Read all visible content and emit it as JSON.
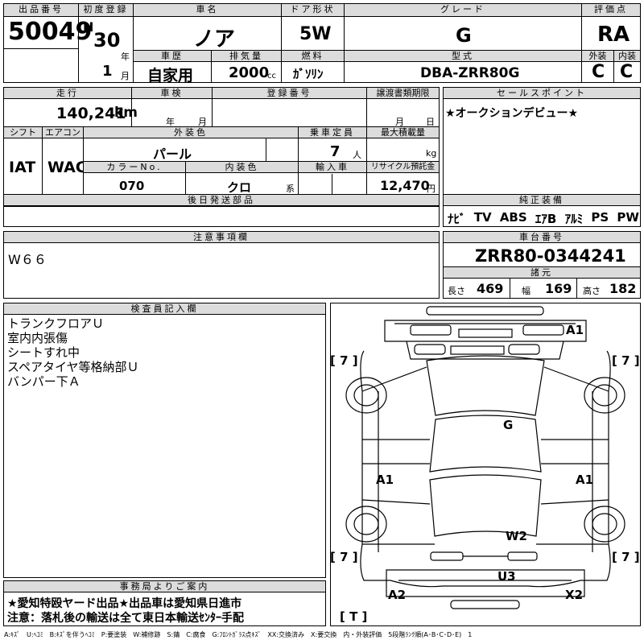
{
  "top": {
    "lot_label": "出品番号",
    "lot_number": "50049",
    "first_reg_label": "初度登録",
    "era": "H",
    "year": "30",
    "year_unit": "年",
    "month": "1",
    "month_unit": "月",
    "car_name_label": "車名",
    "car_name": "ノア",
    "door_label": "ドア形状",
    "door": "5W",
    "grade_label": "グレード",
    "grade": "G",
    "rating_label": "評価点",
    "rating": "RA",
    "history_label": "車歴",
    "history": "自家用",
    "displacement_label": "排気量",
    "displacement": "2000",
    "displacement_unit": "cc",
    "fuel_label": "燃料",
    "fuel": "ｶﾞｿﾘﾝ",
    "model_label": "型式",
    "model": "DBA-ZRR80G",
    "ext_label": "外装",
    "ext_grade": "C",
    "int_label": "内装",
    "int_grade": "C"
  },
  "mid": {
    "mileage_label": "走行",
    "mileage": "140,241",
    "mileage_unit": "km",
    "inspection_label": "車検",
    "insp_year": "年",
    "insp_month": "月",
    "reg_no_label": "登録番号",
    "transfer_label": "譲渡書類期限",
    "transfer_month": "月",
    "transfer_day": "日",
    "shift_label": "シフト",
    "shift": "IAT",
    "ac_label": "エアコン",
    "ac": "WAC",
    "color_label": "外装色",
    "color": "パール",
    "capacity_label": "乗車定員",
    "capacity": "7",
    "capacity_unit": "人",
    "load_label": "最大積載量",
    "load_unit": "kg",
    "color_no_label": "カラーNo.",
    "color_no": "070",
    "int_color_label": "内装色",
    "int_color": "クロ",
    "int_color_unit": "系",
    "import_label": "輸入車",
    "recycle_label": "リサイクル預託金",
    "recycle": "12,470",
    "recycle_unit": "円",
    "later_parts_label": "後日発送部品"
  },
  "sales": {
    "label": "セールスポイント",
    "text": "★オークションデビュー★"
  },
  "equipment": {
    "label": "純正装備",
    "items": [
      "ﾅﾋﾞ",
      "TV",
      "ABS",
      "ｴｱB",
      "ｱﾙﾐ",
      "PS",
      "PW"
    ]
  },
  "notes": {
    "label": "注意事項欄",
    "text": "W６６"
  },
  "chassis": {
    "label": "車台番号",
    "number": "ZRR80-0344241",
    "specs_label": "諸元",
    "length_label": "長さ",
    "length": "469",
    "width_label": "幅",
    "width": "169",
    "height_label": "高さ",
    "height": "182"
  },
  "inspector": {
    "label": "検査員記入欄",
    "lines": [
      "トランクフロアＵ",
      "室内内張傷",
      "シートすれ中",
      "スペアタイヤ等格納部Ｕ",
      "バンパー下Ａ"
    ]
  },
  "office": {
    "label": "事務局よりご案内",
    "line1": "★愛知特殴ヤード出品★出品車は愛知県日進市",
    "line2": "注意：落札後の輸送は全て東日本輸送ｾﾝﾀｰ手配"
  },
  "diagram_marks": {
    "tl": "[ 7 ]",
    "tr": "[ 7 ]",
    "bl": "[ 7 ]",
    "br": "[ 7 ]",
    "bottom": "[ T ]",
    "a1_top": "A1",
    "g": "G",
    "a1_left": "A1",
    "a1_right": "A1",
    "w2": "W2",
    "u3": "U3",
    "a2": "A2",
    "x2": "X2"
  },
  "legend": "A:ｷｽﾞ　U:ﾍｺﾐ　B:ｷｽﾞを伴うﾍｺﾐ　P:要塗装　W:補修跡　S:錆　C:腐食　G:ﾌﾛﾝﾄｶﾞﾗｽ点ｷｽﾞ　XX:交換済み　X:要交換　内・外装評価　5段階ﾗﾝｸ順(A･B･C･D･E)　1"
}
